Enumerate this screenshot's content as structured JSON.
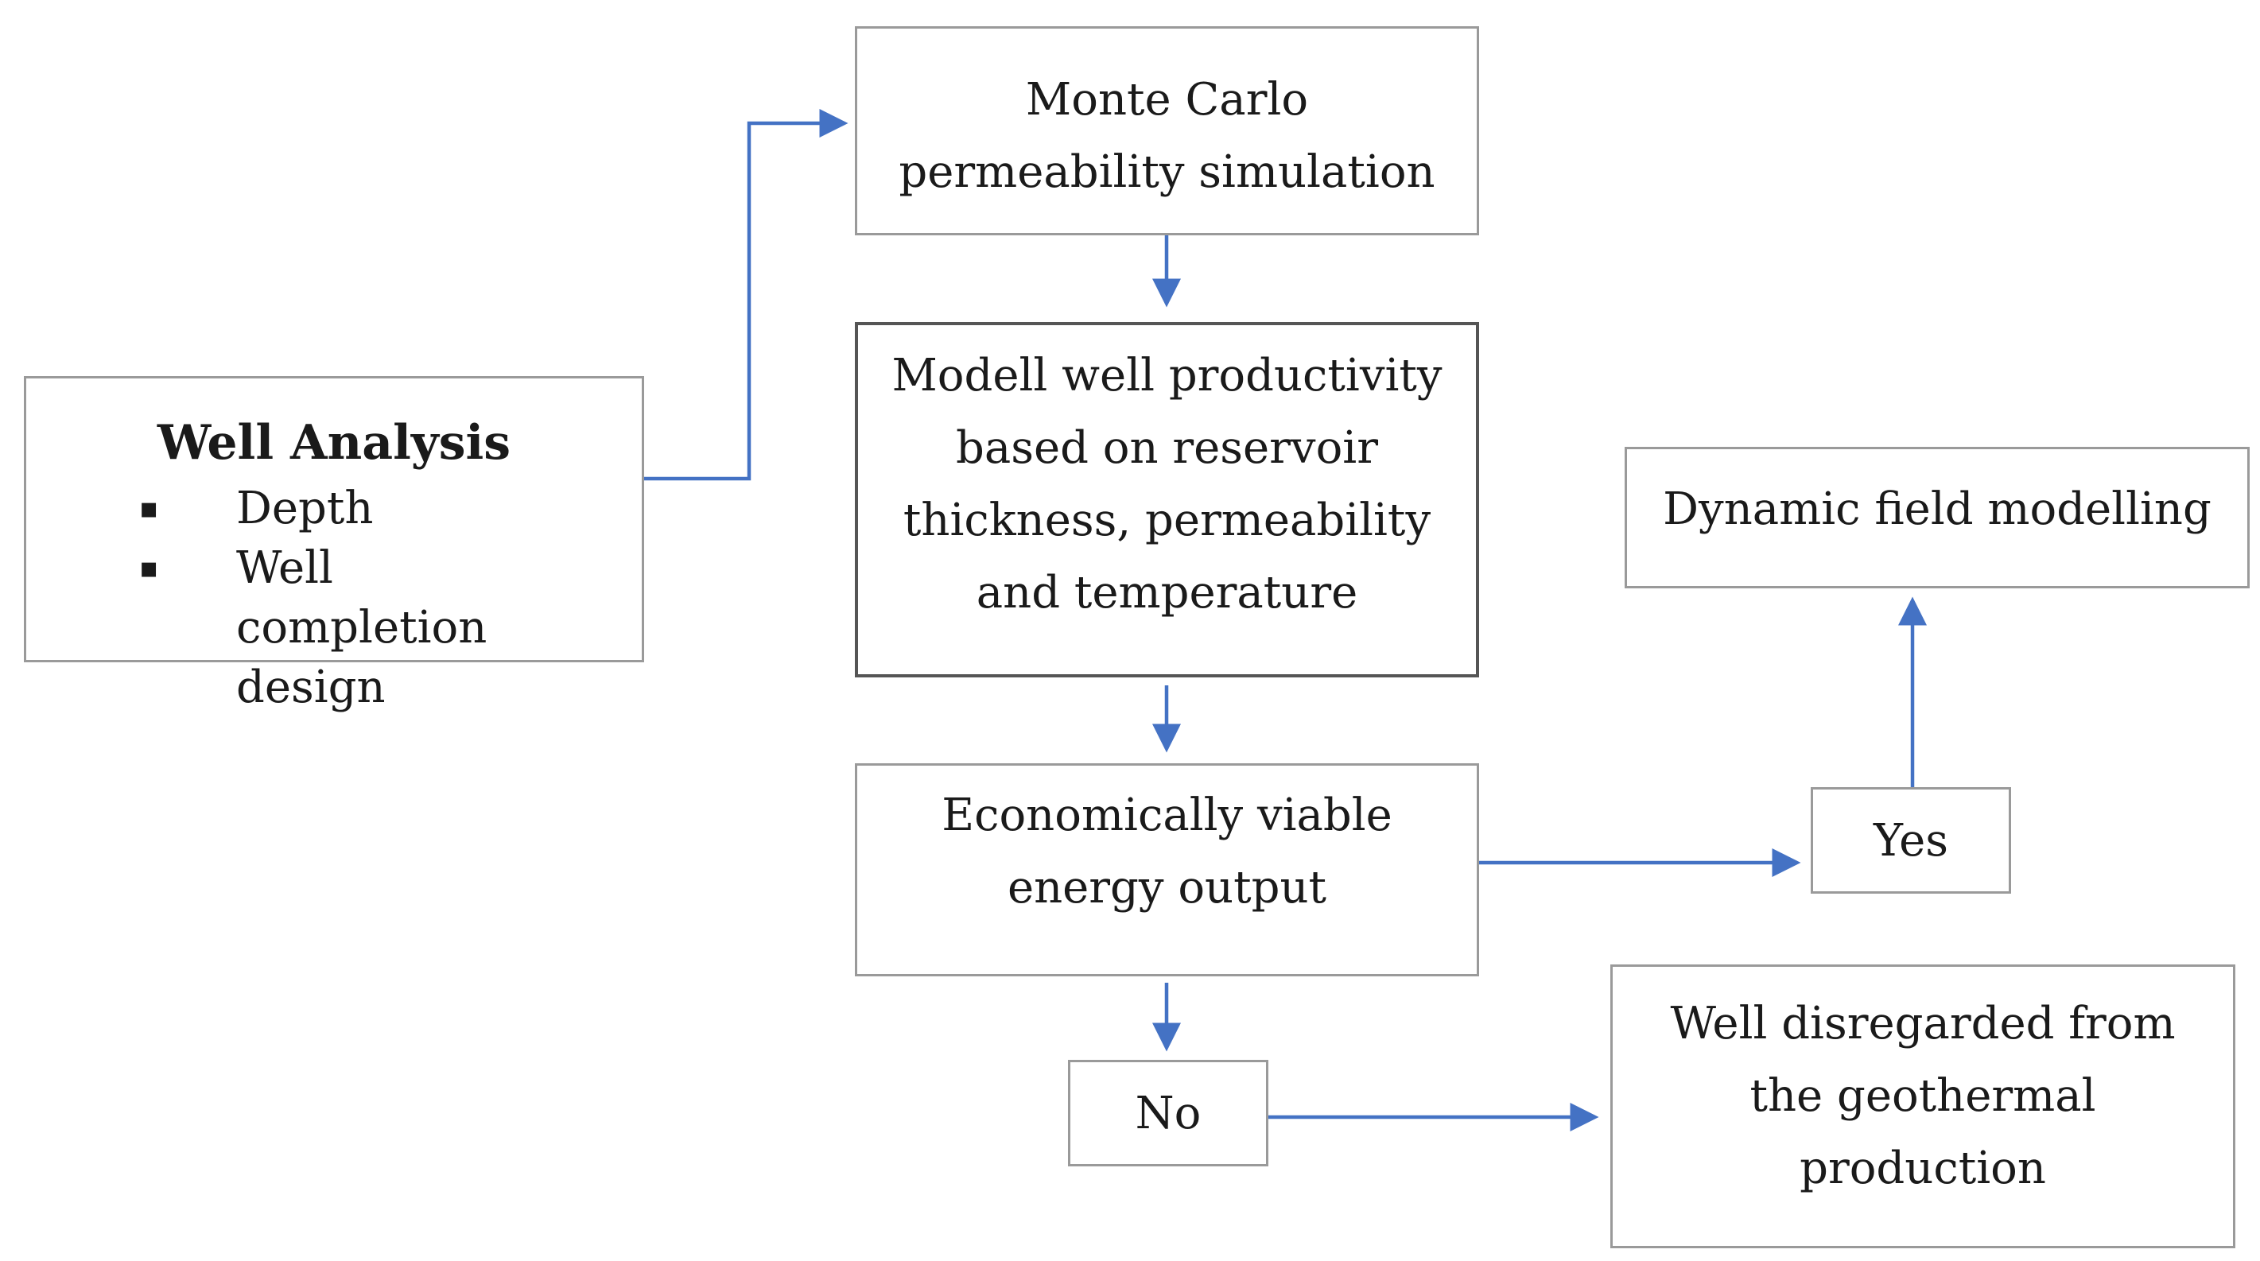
{
  "nodes": {
    "well_analysis": {
      "title": "Well Analysis",
      "bullet_symbol": "▪",
      "items": [
        "Depth",
        "Well completion design"
      ]
    },
    "monte_carlo": {
      "lines": [
        "Monte Carlo",
        "permeability simulation"
      ]
    },
    "modell": {
      "lines": [
        "Modell well productivity",
        "based on reservoir",
        "thickness, permeability",
        "and temperature"
      ]
    },
    "economic": {
      "lines": [
        "Economically viable",
        "energy output"
      ]
    },
    "no": {
      "label": "No"
    },
    "yes": {
      "label": "Yes"
    },
    "dynamic": {
      "label": "Dynamic field modelling"
    },
    "disregarded": {
      "lines": [
        "Well disregarded from",
        "the geothermal",
        "production"
      ]
    }
  },
  "colors": {
    "arrow": "#4472c4",
    "box_border": "#9a9a9a",
    "box_border_dark": "#555555",
    "text": "#1a1a1a"
  }
}
